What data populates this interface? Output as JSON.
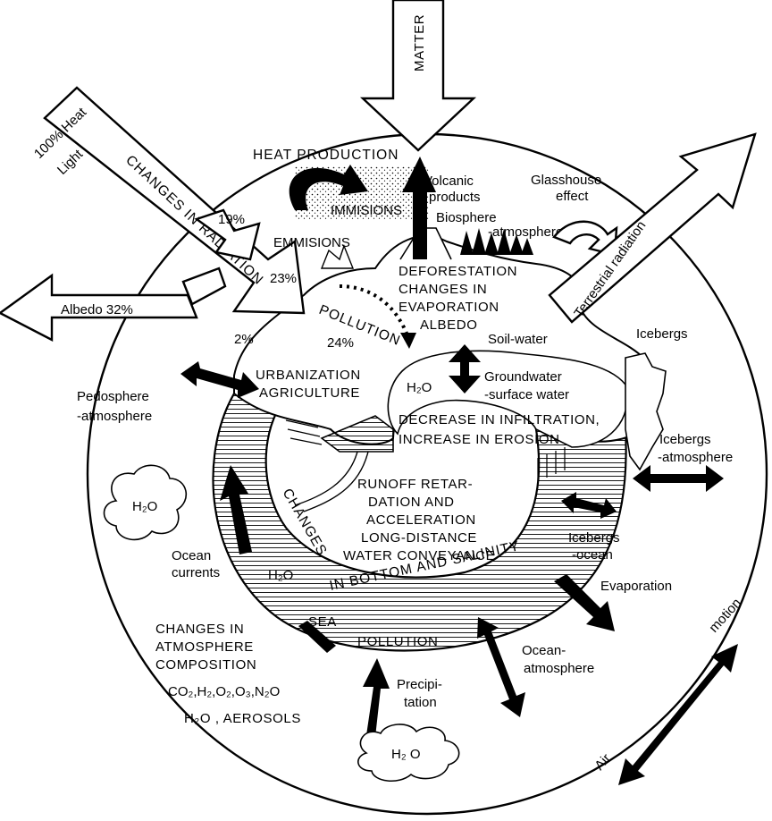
{
  "labels": {
    "matter": "MATTER",
    "heat_light_1": "100% Heat",
    "heat_light_2": "Light",
    "changes_in_radiation": "CHANGES IN RADIATION",
    "albedo": "Albedo 32%",
    "pct_19": "19%",
    "pct_23": "23%",
    "pct_2": "2%",
    "pct_24": "24%",
    "heat_production": "HEAT PRODUCTION",
    "volcanic_products_1": "Volcanic",
    "volcanic_products_2": "products",
    "immisions": "IMMISIONS",
    "emmisions": "EMMISIONS",
    "biosphere_atmosphere_1": "Biosphere",
    "biosphere_atmosphere_2": "-atmosphere",
    "glasshouse_effect_1": "Glasshouse",
    "glasshouse_effect_2": "effect",
    "terrestrial_radiation": "Terrestrial radiation",
    "deforestation_1": "DEFORESTATION",
    "deforestation_2": "CHANGES IN",
    "deforestation_3": "EVAPORATION",
    "deforestation_4": "ALBEDO",
    "pollution": "POLLUTION",
    "soil_water": "Soil-water",
    "icebergs": "Icebergs",
    "urbanization": "URBANIZATION",
    "agriculture": "AGRICULTURE",
    "h2o_land": "H₂O",
    "groundwater_1": "Groundwater",
    "groundwater_2": "-surface water",
    "pedosphere_1": "Pedosphere",
    "pedosphere_2": "-atmosphere",
    "infiltration_1": "DECREASE IN INFILTRATION,",
    "infiltration_2": "INCREASE IN EROSION",
    "icebergs_atm_1": "Icebergs",
    "icebergs_atm_2": "-atmosphere",
    "runoff_1": "RUNOFF RETAR-",
    "runoff_2": "DATION AND",
    "runoff_3": "ACCELERATION",
    "runoff_4": "LONG-DISTANCE",
    "runoff_5": "WATER CONVEYANCE",
    "h2o_cloud_left": "H₂O",
    "ocean_currents_1": "Ocean",
    "ocean_currents_2": "currents",
    "h2o_ocean": "H₂O",
    "changes_ring": "CHANGES",
    "in_bottom": "IN BOTTOM AND SALINITY",
    "icebergs_ocean_1": "Icebergs",
    "icebergs_ocean_2": "-ocean",
    "evaporation": "Evaporation",
    "sea": "SEA",
    "sea_pollution": "POLLUTION",
    "atm_comp_1": "CHANGES IN",
    "atm_comp_2": "ATMOSPHERE",
    "atm_comp_3": "COMPOSITION",
    "atm_comp_4": "CO₂,H₂,O₂,O₃,N₂O",
    "aerosols": "H₂O , AEROSOLS",
    "precipitation_1": "Precipi-",
    "precipitation_2": "tation",
    "ocean_atm_1": "Ocean-",
    "ocean_atm_2": "atmosphere",
    "h2o_cloud_bottom": "H₂ O",
    "air_motion_1": "Air",
    "air_motion_2": "motion"
  }
}
